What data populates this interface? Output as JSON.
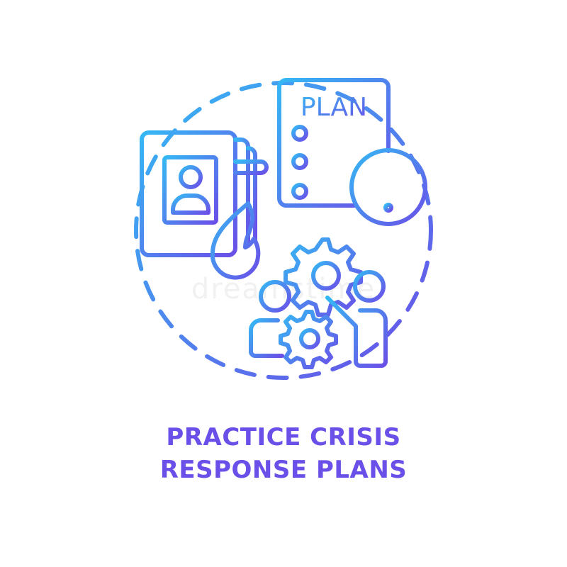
{
  "concept_icon": {
    "name": "practice-crisis-response-plans-icon",
    "gradient_start": "#35b8f4",
    "gradient_end": "#6a4fe8",
    "document_label": "PLAN",
    "alert_symbol": "!"
  },
  "caption": {
    "line1": "PRACTICE CRISIS",
    "line2": "RESPONSE PLANS",
    "color": "#6a4fe8"
  },
  "watermark": {
    "text": "dreamstime"
  }
}
